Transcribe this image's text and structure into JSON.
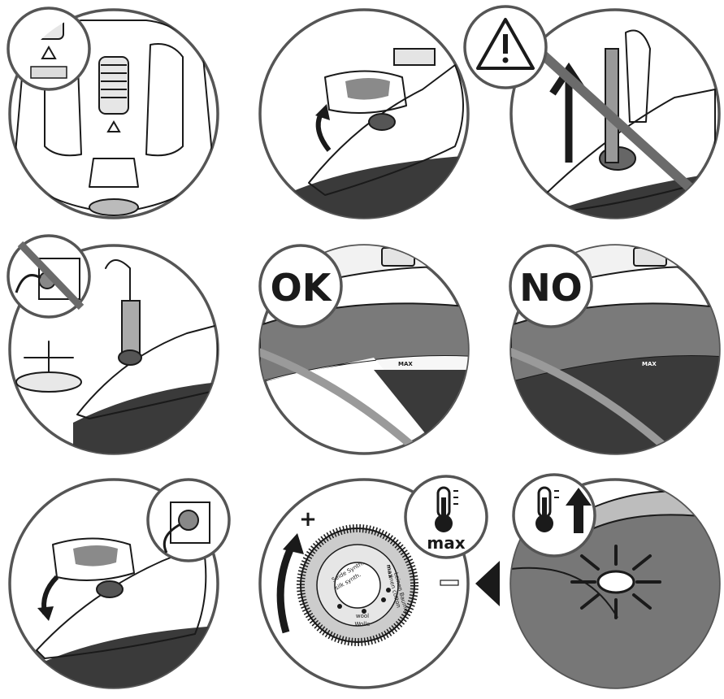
{
  "panels": {
    "ok_label": "OK",
    "no_label": "NO",
    "max_marking_ok": "MAX",
    "max_marking_no": "MAX",
    "thermo_max_label": "max",
    "plus_sign": "+",
    "dial_words": {
      "linen": "Leinen Baumw.",
      "linen2": "linen cotton",
      "wool": "Wolle",
      "wool2": "wool",
      "silk": "Seide Synth.",
      "silk2": "silk synth.",
      "max": "max"
    }
  },
  "icons": [
    "warning-icon",
    "no-tap-icon",
    "plug-icon",
    "thermometer-icon",
    "arrow-up-icon",
    "rotate-arrow-icon",
    "pointer-triangle-icon"
  ],
  "colors": {
    "ring": "#555555",
    "dark_fill": "#3a3a3a",
    "mid_fill": "#7a7a7a",
    "light_fill": "#c8c8c8",
    "ink": "#1a1a1a"
  }
}
